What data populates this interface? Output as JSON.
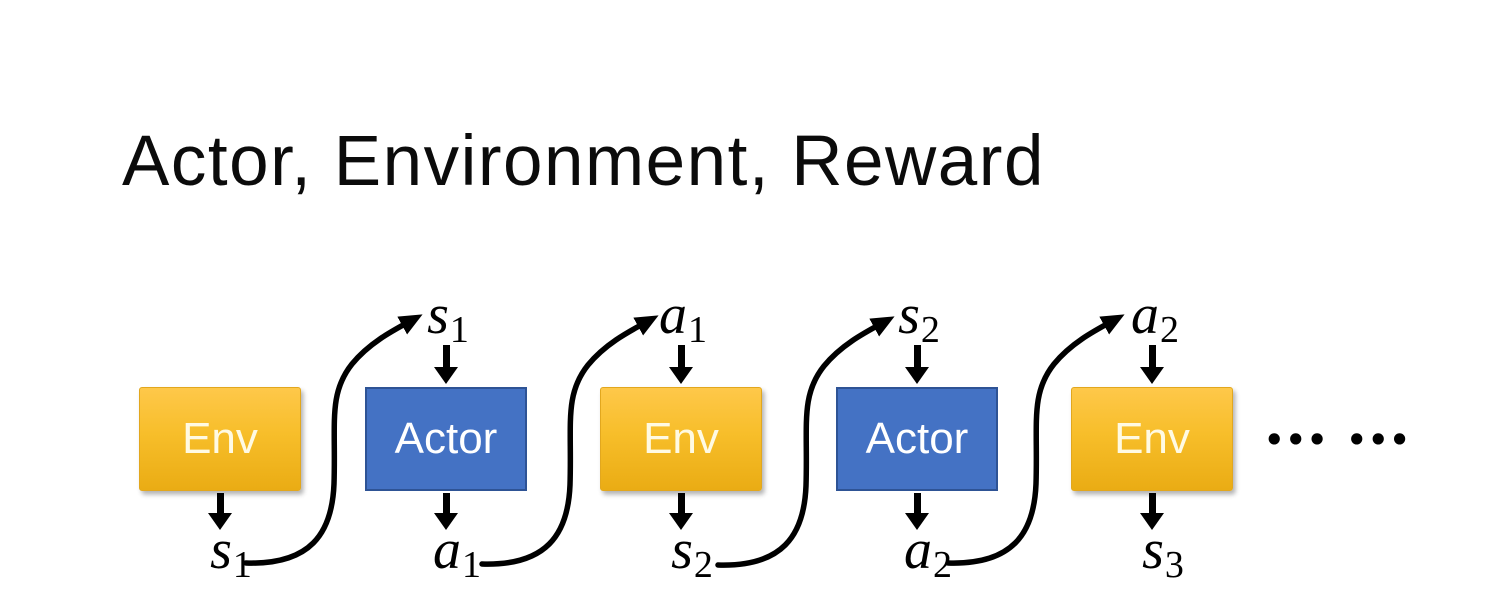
{
  "title": "Actor, Environment, Reward",
  "nodes": [
    {
      "id": "env-1",
      "label": "Env",
      "bottom_label": {
        "base": "s",
        "sub": "1"
      }
    },
    {
      "id": "actor-1",
      "label": "Actor",
      "top_label": {
        "base": "s",
        "sub": "1"
      },
      "bottom_label": {
        "base": "a",
        "sub": "1"
      }
    },
    {
      "id": "env-2",
      "label": "Env",
      "top_label": {
        "base": "a",
        "sub": "1"
      },
      "bottom_label": {
        "base": "s",
        "sub": "2"
      }
    },
    {
      "id": "actor-2",
      "label": "Actor",
      "top_label": {
        "base": "s",
        "sub": "2"
      },
      "bottom_label": {
        "base": "a",
        "sub": "2"
      }
    },
    {
      "id": "env-3",
      "label": "Env",
      "top_label": {
        "base": "a",
        "sub": "2"
      },
      "bottom_label": {
        "base": "s",
        "sub": "3"
      }
    }
  ],
  "ellipsis": "••• •••",
  "colors": {
    "background": "#FFFFFF",
    "title_text": "#0B0B0B",
    "env_gradient_top": "#FEC84A",
    "env_gradient_bottom": "#EAAC14",
    "env_border": "#E2A71E",
    "env_text": "#FFFAE3",
    "actor_fill": "#4472C4",
    "actor_border": "#2E5395",
    "actor_text": "#FFFFFF",
    "arrow": "#000000"
  }
}
